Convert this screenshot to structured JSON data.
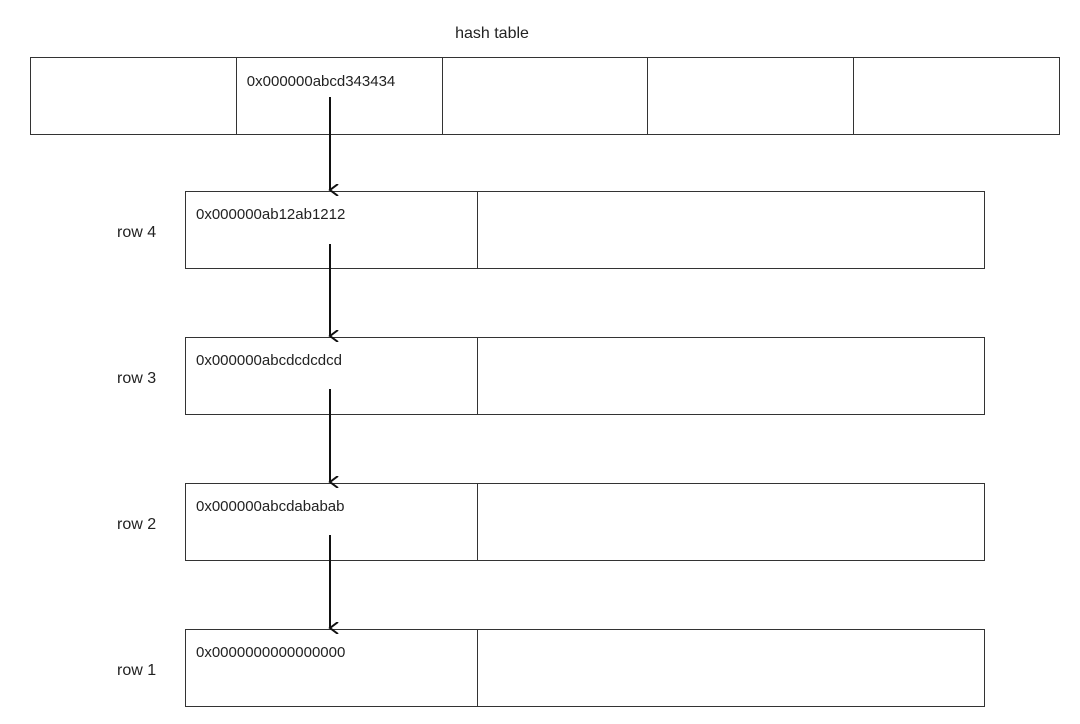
{
  "title": "hash table",
  "hash_table": {
    "cells": [
      "",
      "0x000000abcd343434",
      "",
      "",
      ""
    ]
  },
  "rows": [
    {
      "label": "row 4",
      "address": "0x000000ab12ab1212",
      "value": ""
    },
    {
      "label": "row 3",
      "address": "0x000000abcdcdcdcd",
      "value": ""
    },
    {
      "label": "row 2",
      "address": "0x000000abcdababab",
      "value": ""
    },
    {
      "label": "row 1",
      "address": "0x0000000000000000",
      "value": ""
    }
  ]
}
